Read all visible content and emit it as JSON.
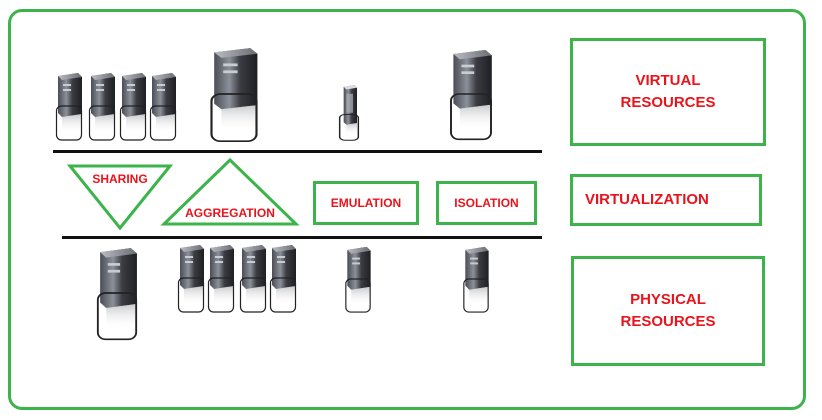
{
  "layers": {
    "virtual": {
      "line1": "VIRTUAL",
      "line2": "RESOURCES"
    },
    "virtualization": {
      "label": "VIRTUALIZATION"
    },
    "physical": {
      "line1": "PHYSICAL",
      "line2": "RESOURCES"
    }
  },
  "operations": {
    "sharing": "SHARING",
    "aggregation": "AGGREGATION",
    "emulation": "EMULATION",
    "isolation": "ISOLATION"
  },
  "icons": {
    "server": "server-icon",
    "thin_server": "thin-server-icon"
  },
  "colors": {
    "border_green": "#3cb44b",
    "label_red": "#e8141c",
    "line_black": "#111111"
  }
}
